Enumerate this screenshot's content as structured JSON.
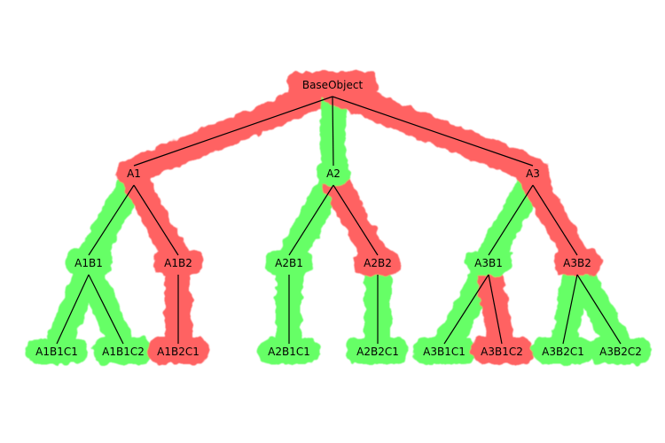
{
  "colors": {
    "highlight_red": "#ff6262",
    "highlight_green": "#66ff66",
    "edge": "#000000",
    "background": "#ffffff"
  },
  "nodes": [
    {
      "id": "BaseObject",
      "label": "BaseObject",
      "highlight": "red"
    },
    {
      "id": "A1",
      "label": "A1",
      "highlight": "red"
    },
    {
      "id": "A2",
      "label": "A2",
      "highlight": "green"
    },
    {
      "id": "A3",
      "label": "A3",
      "highlight": "red"
    },
    {
      "id": "A1B1",
      "label": "A1B1",
      "highlight": "green"
    },
    {
      "id": "A1B2",
      "label": "A1B2",
      "highlight": "red"
    },
    {
      "id": "A2B1",
      "label": "A2B1",
      "highlight": "green"
    },
    {
      "id": "A2B2",
      "label": "A2B2",
      "highlight": "red"
    },
    {
      "id": "A3B1",
      "label": "A3B1",
      "highlight": "green"
    },
    {
      "id": "A3B2",
      "label": "A3B2",
      "highlight": "red"
    },
    {
      "id": "A1B1C1",
      "label": "A1B1C1",
      "highlight": "green"
    },
    {
      "id": "A1B1C2",
      "label": "A1B1C2",
      "highlight": "green"
    },
    {
      "id": "A1B2C1",
      "label": "A1B2C1",
      "highlight": "red"
    },
    {
      "id": "A2B1C1",
      "label": "A2B1C1",
      "highlight": "green"
    },
    {
      "id": "A2B2C1",
      "label": "A2B2C1",
      "highlight": "green"
    },
    {
      "id": "A3B1C1",
      "label": "A3B1C1",
      "highlight": "green"
    },
    {
      "id": "A3B1C2",
      "label": "A3B1C2",
      "highlight": "red"
    },
    {
      "id": "A3B2C1",
      "label": "A3B2C1",
      "highlight": "green"
    },
    {
      "id": "A3B2C2",
      "label": "A3B2C2",
      "highlight": "green"
    }
  ],
  "edges": [
    [
      "BaseObject",
      "A1"
    ],
    [
      "BaseObject",
      "A2"
    ],
    [
      "BaseObject",
      "A3"
    ],
    [
      "A1",
      "A1B1"
    ],
    [
      "A1",
      "A1B2"
    ],
    [
      "A2",
      "A2B1"
    ],
    [
      "A2",
      "A2B2"
    ],
    [
      "A3",
      "A3B1"
    ],
    [
      "A3",
      "A3B2"
    ],
    [
      "A1B1",
      "A1B1C1"
    ],
    [
      "A1B1",
      "A1B1C2"
    ],
    [
      "A1B2",
      "A1B2C1"
    ],
    [
      "A2B1",
      "A2B1C1"
    ],
    [
      "A2B2",
      "A2B2C1"
    ],
    [
      "A3B1",
      "A3B1C1"
    ],
    [
      "A3B1",
      "A3B1C2"
    ],
    [
      "A3B2",
      "A3B2C1"
    ],
    [
      "A3B2",
      "A3B2C2"
    ]
  ]
}
